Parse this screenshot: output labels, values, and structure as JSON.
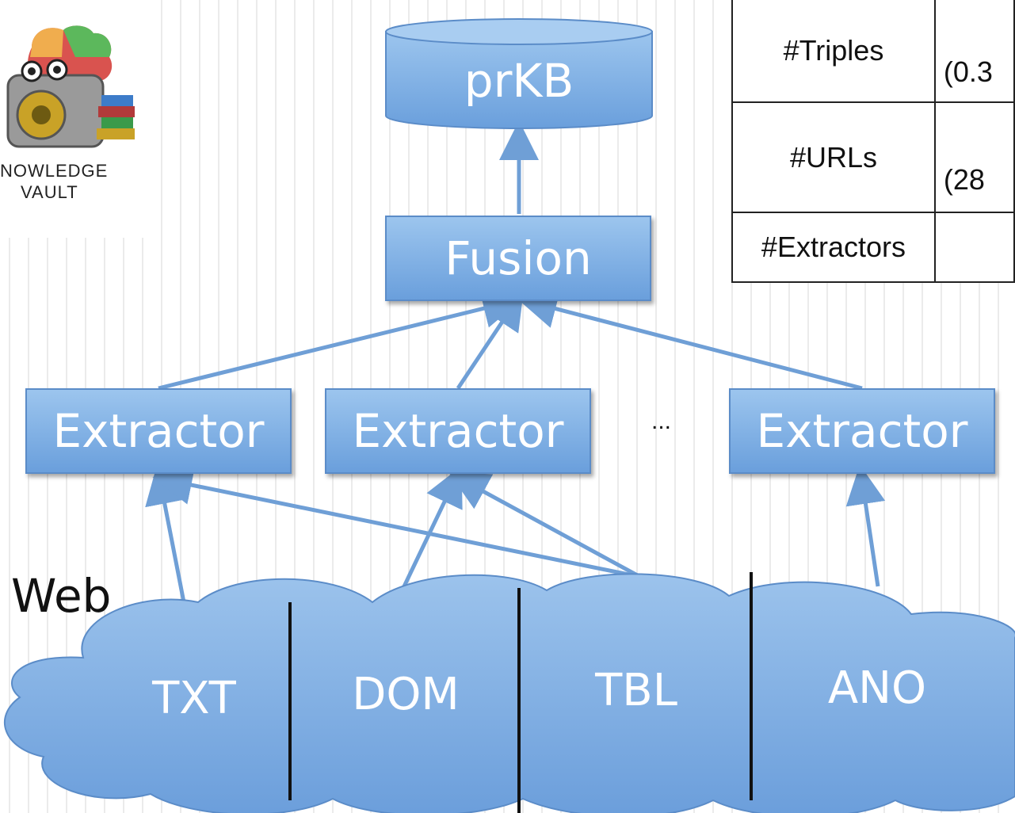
{
  "logo": {
    "line1": "NOWLEDGE",
    "line2": "VAULT"
  },
  "stats_table": {
    "rows": [
      {
        "label": "#Triples",
        "value": "(0.3"
      },
      {
        "label": "#URLs",
        "value": "(28"
      },
      {
        "label": "#Extractors",
        "value": ""
      }
    ]
  },
  "diagram": {
    "kb_label": "prKB",
    "fusion_label": "Fusion",
    "extractor_label": "Extractor",
    "ellipsis": "...",
    "web_label": "Web",
    "sources": [
      "TXT",
      "DOM",
      "TBL",
      "ANO"
    ]
  },
  "colors": {
    "box_fill": "#7fb0e6",
    "box_border": "#5b8cc8",
    "cloud_fill": "#7baadf",
    "arrow": "#6f9fd6",
    "grid_line": "#ebebeb"
  }
}
